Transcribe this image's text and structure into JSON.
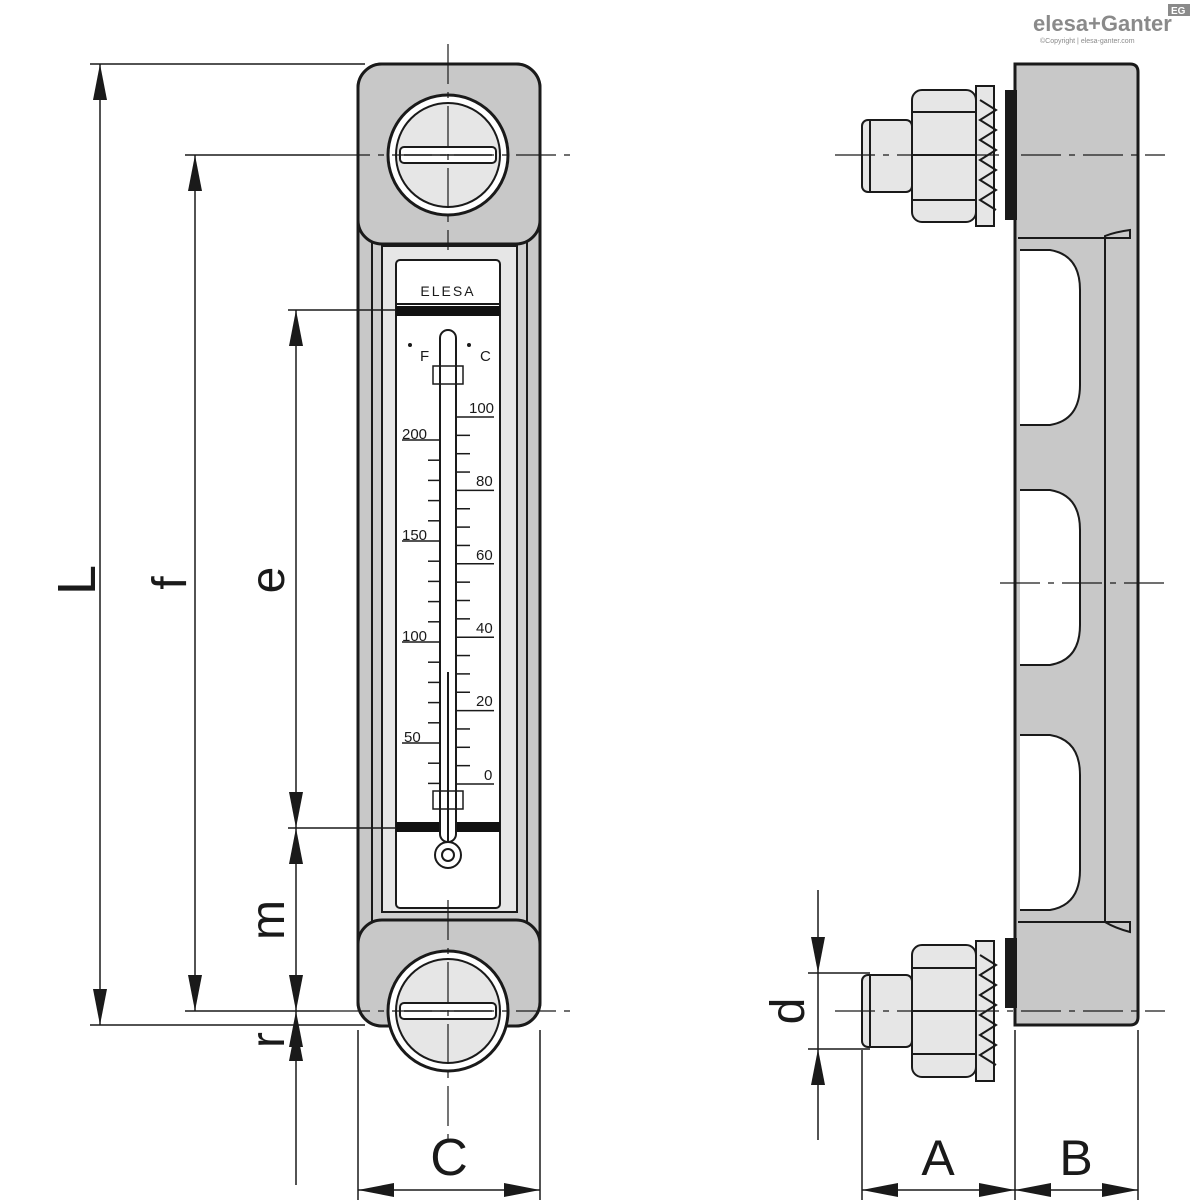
{
  "brand": {
    "logo_text": "elesa+Ganter",
    "logo_badge": "EG",
    "copyright": "©Copyright | elesa-ganter.com"
  },
  "label_plate": "ELESA",
  "scale": {
    "fahrenheit_unit": "F",
    "celsius_unit": "C",
    "fahrenheit_labels": [
      "200",
      "150",
      "100",
      "50"
    ],
    "celsius_labels": [
      "100",
      "80",
      "60",
      "40",
      "20",
      "0"
    ]
  },
  "dimensions": {
    "L": "L",
    "f": "f",
    "e": "e",
    "m": "m",
    "r": "r",
    "C": "C",
    "d": "d",
    "A": "A",
    "B": "B"
  },
  "colors": {
    "body_gray": "#c8c8c8",
    "outline": "#1a1a1a",
    "glass_gray": "#e6e6e6",
    "black_band": "#111111",
    "background": "#ffffff"
  }
}
